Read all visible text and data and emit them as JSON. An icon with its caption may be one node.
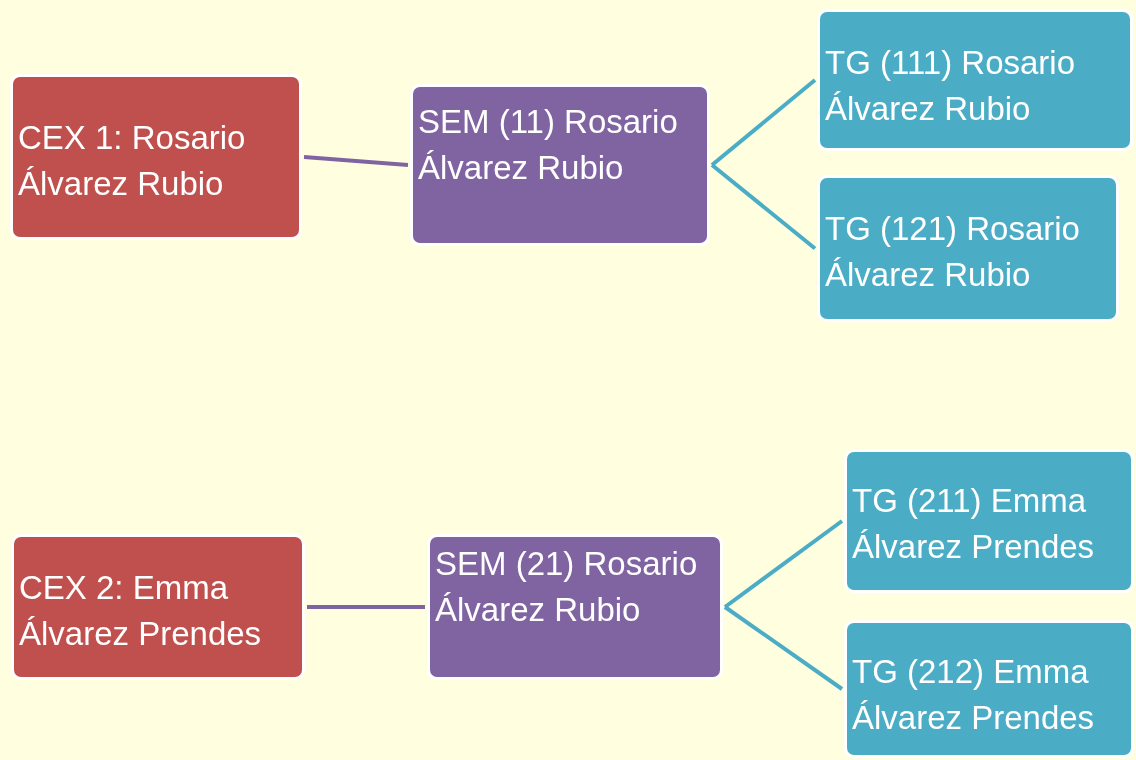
{
  "diagram": {
    "nodes": [
      {
        "text": [
          "CEX 1: Rosario Álvarez Rubio"
        ]
      },
      {
        "text": [
          "SEM (11) Rosario Álvarez Rubio"
        ]
      },
      {
        "text": [
          "TG (111) Rosario Álvarez Rubio"
        ]
      },
      {
        "text": [
          "TG (121) Rosario Álvarez Rubio"
        ]
      },
      {
        "text": [
          "CEX 2: Emma Álvarez Prendes"
        ]
      },
      {
        "text": [
          "SEM (21) Rosario Álvarez Rubio"
        ]
      },
      {
        "text": [
          "TG (211) Emma Álvarez Prendes"
        ]
      },
      {
        "text": [
          "TG (212) Emma Álvarez Prendes"
        ]
      }
    ],
    "edges": [
      {
        "from": 0,
        "to": 1,
        "arrow": "none",
        "color": "#8064a2"
      },
      {
        "from": 1,
        "to": 2,
        "arrow": "none"
      },
      {
        "from": 1,
        "to": 3,
        "arrow": "none"
      },
      {
        "from": 4,
        "to": 5,
        "arrow": "none",
        "color": "#8064a2"
      },
      {
        "from": 5,
        "to": 6,
        "arrow": "none"
      },
      {
        "from": 5,
        "to": 7,
        "arrow": "none"
      }
    ]
  }
}
